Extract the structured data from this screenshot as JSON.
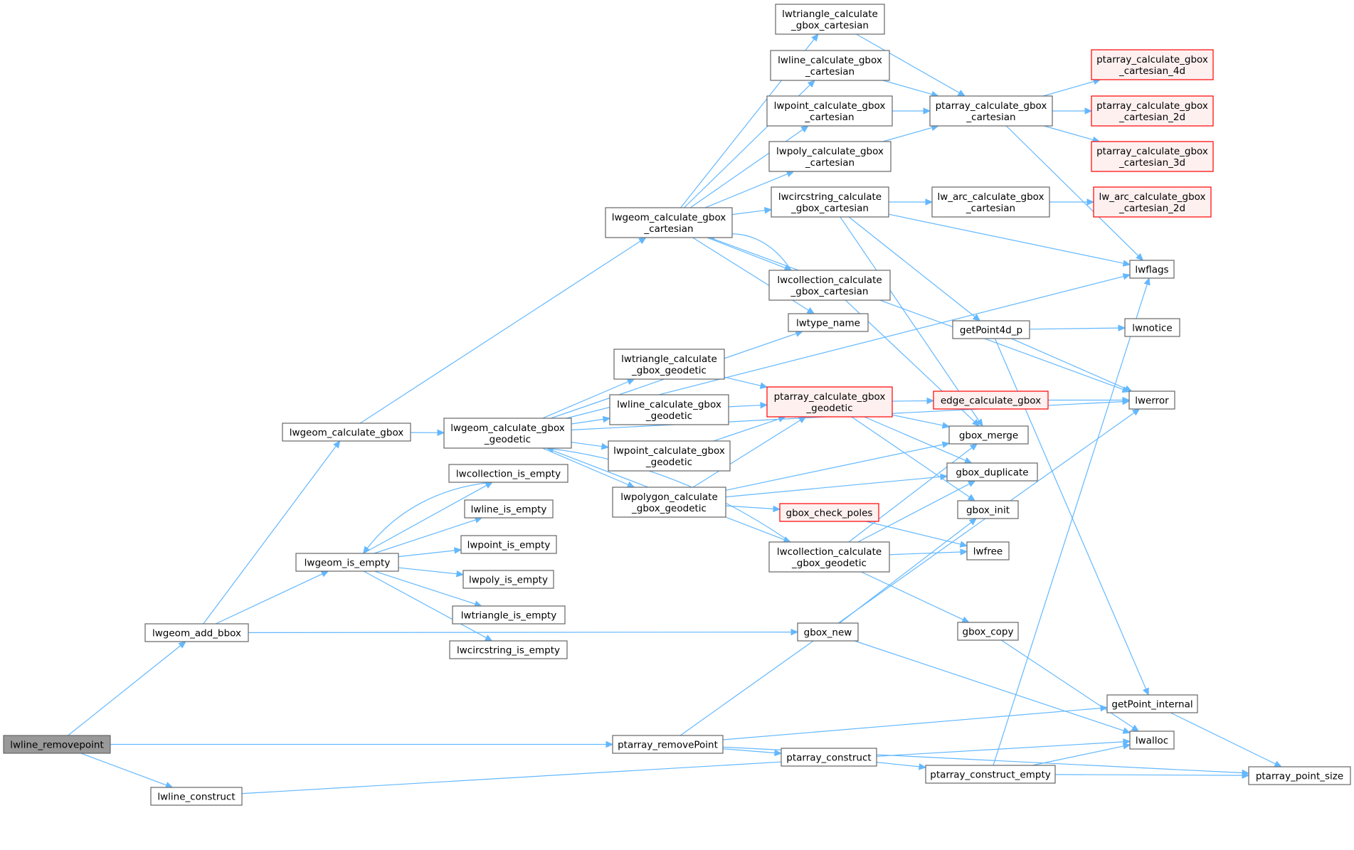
{
  "diagram": {
    "type": "call-graph",
    "colors": {
      "edge": "#63b8ff",
      "node_border": "#666666",
      "root_fill": "#999999",
      "highlight_border": "#ff0000",
      "highlight_fill": "#fff0f0"
    },
    "nodes": [
      {
        "id": "lwline_removepoint",
        "lines": [
          "lwline_removepoint"
        ],
        "style": "root"
      },
      {
        "id": "lwgeom_add_bbox",
        "lines": [
          "lwgeom_add_bbox"
        ]
      },
      {
        "id": "ptarray_removePoint",
        "lines": [
          "ptarray_removePoint"
        ]
      },
      {
        "id": "lwline_construct",
        "lines": [
          "lwline_construct"
        ]
      },
      {
        "id": "lwgeom_calculate_gbox",
        "lines": [
          "lwgeom_calculate_gbox"
        ]
      },
      {
        "id": "lwgeom_is_empty",
        "lines": [
          "lwgeom_is_empty"
        ]
      },
      {
        "id": "gbox_new",
        "lines": [
          "gbox_new"
        ]
      },
      {
        "id": "lwgeom_calculate_gbox_cartesian",
        "lines": [
          "lwgeom_calculate_gbox",
          "_cartesian"
        ]
      },
      {
        "id": "lwgeom_calculate_gbox_geodetic",
        "lines": [
          "lwgeom_calculate_gbox",
          "_geodetic"
        ]
      },
      {
        "id": "lwcollection_is_empty",
        "lines": [
          "lwcollection_is_empty"
        ]
      },
      {
        "id": "lwline_is_empty",
        "lines": [
          "lwline_is_empty"
        ]
      },
      {
        "id": "lwpoint_is_empty",
        "lines": [
          "lwpoint_is_empty"
        ]
      },
      {
        "id": "lwpoly_is_empty",
        "lines": [
          "lwpoly_is_empty"
        ]
      },
      {
        "id": "lwtriangle_is_empty",
        "lines": [
          "lwtriangle_is_empty"
        ]
      },
      {
        "id": "lwcircstring_is_empty",
        "lines": [
          "lwcircstring_is_empty"
        ]
      },
      {
        "id": "lwtriangle_calculate_gbox_cartesian",
        "lines": [
          "lwtriangle_calculate",
          "_gbox_cartesian"
        ]
      },
      {
        "id": "lwline_calculate_gbox_cartesian",
        "lines": [
          "lwline_calculate_gbox",
          "_cartesian"
        ]
      },
      {
        "id": "lwpoint_calculate_gbox_cartesian",
        "lines": [
          "lwpoint_calculate_gbox",
          "_cartesian"
        ]
      },
      {
        "id": "lwpoly_calculate_gbox_cartesian",
        "lines": [
          "lwpoly_calculate_gbox",
          "_cartesian"
        ]
      },
      {
        "id": "lwcircstring_calculate_gbox_cartesian",
        "lines": [
          "lwcircstring_calculate",
          "_gbox_cartesian"
        ]
      },
      {
        "id": "lwcollection_calculate_gbox_cartesian",
        "lines": [
          "lwcollection_calculate",
          "_gbox_cartesian"
        ]
      },
      {
        "id": "lwtype_name",
        "lines": [
          "lwtype_name"
        ]
      },
      {
        "id": "lwtriangle_calculate_gbox_geodetic",
        "lines": [
          "lwtriangle_calculate",
          "_gbox_geodetic"
        ]
      },
      {
        "id": "lwline_calculate_gbox_geodetic",
        "lines": [
          "lwline_calculate_gbox",
          "_geodetic"
        ]
      },
      {
        "id": "lwpoint_calculate_gbox_geodetic",
        "lines": [
          "lwpoint_calculate_gbox",
          "_geodetic"
        ]
      },
      {
        "id": "lwpolygon_calculate_gbox_geodetic",
        "lines": [
          "lwpolygon_calculate",
          "_gbox_geodetic"
        ]
      },
      {
        "id": "lwcollection_calculate_gbox_geodetic",
        "lines": [
          "lwcollection_calculate",
          "_gbox_geodetic"
        ]
      },
      {
        "id": "ptarray_construct",
        "lines": [
          "ptarray_construct"
        ]
      },
      {
        "id": "ptarray_calculate_gbox_cartesian",
        "lines": [
          "ptarray_calculate_gbox",
          "_cartesian"
        ]
      },
      {
        "id": "lw_arc_calculate_gbox_cartesian",
        "lines": [
          "lw_arc_calculate_gbox",
          "_cartesian"
        ]
      },
      {
        "id": "getPoint4d_p",
        "lines": [
          "getPoint4d_p"
        ]
      },
      {
        "id": "ptarray_calculate_gbox_geodetic",
        "lines": [
          "ptarray_calculate_gbox",
          "_geodetic"
        ],
        "style": "red"
      },
      {
        "id": "edge_calculate_gbox",
        "lines": [
          "edge_calculate_gbox"
        ],
        "style": "red"
      },
      {
        "id": "gbox_merge",
        "lines": [
          "gbox_merge"
        ]
      },
      {
        "id": "gbox_duplicate",
        "lines": [
          "gbox_duplicate"
        ]
      },
      {
        "id": "gbox_check_poles",
        "lines": [
          "gbox_check_poles"
        ],
        "style": "red"
      },
      {
        "id": "gbox_init",
        "lines": [
          "gbox_init"
        ]
      },
      {
        "id": "lwfree",
        "lines": [
          "lwfree"
        ]
      },
      {
        "id": "gbox_copy",
        "lines": [
          "gbox_copy"
        ]
      },
      {
        "id": "ptarray_construct_empty",
        "lines": [
          "ptarray_construct_empty"
        ]
      },
      {
        "id": "ptarray_calculate_gbox_cartesian_4d",
        "lines": [
          "ptarray_calculate_gbox",
          "_cartesian_4d"
        ],
        "style": "red"
      },
      {
        "id": "ptarray_calculate_gbox_cartesian_2d",
        "lines": [
          "ptarray_calculate_gbox",
          "_cartesian_2d"
        ],
        "style": "red"
      },
      {
        "id": "ptarray_calculate_gbox_cartesian_3d",
        "lines": [
          "ptarray_calculate_gbox",
          "_cartesian_3d"
        ],
        "style": "red"
      },
      {
        "id": "lw_arc_calculate_gbox_cartesian_2d",
        "lines": [
          "lw_arc_calculate_gbox",
          "_cartesian_2d"
        ],
        "style": "red"
      },
      {
        "id": "lwflags",
        "lines": [
          "lwflags"
        ]
      },
      {
        "id": "lwnotice",
        "lines": [
          "lwnotice"
        ]
      },
      {
        "id": "lwerror",
        "lines": [
          "lwerror"
        ]
      },
      {
        "id": "getPoint_internal",
        "lines": [
          "getPoint_internal"
        ]
      },
      {
        "id": "lwalloc",
        "lines": [
          "lwalloc"
        ]
      },
      {
        "id": "ptarray_point_size",
        "lines": [
          "ptarray_point_size"
        ]
      }
    ],
    "edges": [
      [
        "lwline_removepoint",
        "lwgeom_add_bbox"
      ],
      [
        "lwline_removepoint",
        "ptarray_removePoint"
      ],
      [
        "lwline_removepoint",
        "lwline_construct"
      ],
      [
        "lwgeom_add_bbox",
        "lwgeom_calculate_gbox"
      ],
      [
        "lwgeom_add_bbox",
        "lwgeom_is_empty"
      ],
      [
        "lwgeom_add_bbox",
        "gbox_new"
      ],
      [
        "lwgeom_calculate_gbox",
        "lwgeom_calculate_gbox_cartesian"
      ],
      [
        "lwgeom_calculate_gbox",
        "lwgeom_calculate_gbox_geodetic"
      ],
      [
        "lwgeom_is_empty",
        "lwcollection_is_empty"
      ],
      [
        "lwgeom_is_empty",
        "lwline_is_empty"
      ],
      [
        "lwgeom_is_empty",
        "lwpoint_is_empty"
      ],
      [
        "lwgeom_is_empty",
        "lwpoly_is_empty"
      ],
      [
        "lwgeom_is_empty",
        "lwtriangle_is_empty"
      ],
      [
        "lwgeom_is_empty",
        "lwcircstring_is_empty"
      ],
      [
        "lwcollection_is_empty",
        "lwgeom_is_empty"
      ],
      [
        "lwgeom_calculate_gbox_cartesian",
        "lwtriangle_calculate_gbox_cartesian"
      ],
      [
        "lwgeom_calculate_gbox_cartesian",
        "lwline_calculate_gbox_cartesian"
      ],
      [
        "lwgeom_calculate_gbox_cartesian",
        "lwpoint_calculate_gbox_cartesian"
      ],
      [
        "lwgeom_calculate_gbox_cartesian",
        "lwpoly_calculate_gbox_cartesian"
      ],
      [
        "lwgeom_calculate_gbox_cartesian",
        "lwcircstring_calculate_gbox_cartesian"
      ],
      [
        "lwgeom_calculate_gbox_cartesian",
        "lwcollection_calculate_gbox_cartesian"
      ],
      [
        "lwgeom_calculate_gbox_cartesian",
        "lwtype_name"
      ],
      [
        "lwgeom_calculate_gbox_cartesian",
        "lwerror"
      ],
      [
        "lwcollection_calculate_gbox_cartesian",
        "lwgeom_calculate_gbox_cartesian"
      ],
      [
        "lwgeom_calculate_gbox_geodetic",
        "lwtriangle_calculate_gbox_geodetic"
      ],
      [
        "lwgeom_calculate_gbox_geodetic",
        "lwline_calculate_gbox_geodetic"
      ],
      [
        "lwgeom_calculate_gbox_geodetic",
        "lwpoint_calculate_gbox_geodetic"
      ],
      [
        "lwgeom_calculate_gbox_geodetic",
        "lwpolygon_calculate_gbox_geodetic"
      ],
      [
        "lwgeom_calculate_gbox_geodetic",
        "lwcollection_calculate_gbox_geodetic"
      ],
      [
        "lwgeom_calculate_gbox_geodetic",
        "lwtype_name"
      ],
      [
        "lwgeom_calculate_gbox_geodetic",
        "lwflags"
      ],
      [
        "lwgeom_calculate_gbox_geodetic",
        "lwerror"
      ],
      [
        "lwcollection_calculate_gbox_geodetic",
        "lwgeom_calculate_gbox_geodetic"
      ],
      [
        "lwtriangle_calculate_gbox_cartesian",
        "ptarray_calculate_gbox_cartesian"
      ],
      [
        "lwline_calculate_gbox_cartesian",
        "ptarray_calculate_gbox_cartesian"
      ],
      [
        "lwpoint_calculate_gbox_cartesian",
        "ptarray_calculate_gbox_cartesian"
      ],
      [
        "lwpoly_calculate_gbox_cartesian",
        "ptarray_calculate_gbox_cartesian"
      ],
      [
        "lwcircstring_calculate_gbox_cartesian",
        "lw_arc_calculate_gbox_cartesian"
      ],
      [
        "lwcircstring_calculate_gbox_cartesian",
        "lwflags"
      ],
      [
        "lwcircstring_calculate_gbox_cartesian",
        "getPoint4d_p"
      ],
      [
        "lwcircstring_calculate_gbox_cartesian",
        "gbox_merge"
      ],
      [
        "lwcollection_calculate_gbox_cartesian",
        "gbox_merge"
      ],
      [
        "ptarray_calculate_gbox_cartesian",
        "ptarray_calculate_gbox_cartesian_4d"
      ],
      [
        "ptarray_calculate_gbox_cartesian",
        "ptarray_calculate_gbox_cartesian_2d"
      ],
      [
        "ptarray_calculate_gbox_cartesian",
        "ptarray_calculate_gbox_cartesian_3d"
      ],
      [
        "ptarray_calculate_gbox_cartesian",
        "lwflags"
      ],
      [
        "lw_arc_calculate_gbox_cartesian",
        "lw_arc_calculate_gbox_cartesian_2d"
      ],
      [
        "getPoint4d_p",
        "lwnotice"
      ],
      [
        "getPoint4d_p",
        "lwerror"
      ],
      [
        "getPoint4d_p",
        "getPoint_internal"
      ],
      [
        "lwtriangle_calculate_gbox_geodetic",
        "ptarray_calculate_gbox_geodetic"
      ],
      [
        "lwline_calculate_gbox_geodetic",
        "ptarray_calculate_gbox_geodetic"
      ],
      [
        "lwpoint_calculate_gbox_geodetic",
        "ptarray_calculate_gbox_geodetic"
      ],
      [
        "lwpolygon_calculate_gbox_geodetic",
        "ptarray_calculate_gbox_geodetic"
      ],
      [
        "lwpolygon_calculate_gbox_geodetic",
        "gbox_merge"
      ],
      [
        "lwpolygon_calculate_gbox_geodetic",
        "gbox_duplicate"
      ],
      [
        "lwpolygon_calculate_gbox_geodetic",
        "gbox_check_poles"
      ],
      [
        "lwcollection_calculate_gbox_geodetic",
        "gbox_merge"
      ],
      [
        "lwcollection_calculate_gbox_geodetic",
        "gbox_duplicate"
      ],
      [
        "lwcollection_calculate_gbox_geodetic",
        "lwfree"
      ],
      [
        "lwcollection_calculate_gbox_geodetic",
        "gbox_copy"
      ],
      [
        "ptarray_calculate_gbox_geodetic",
        "edge_calculate_gbox"
      ],
      [
        "ptarray_calculate_gbox_geodetic",
        "gbox_merge"
      ],
      [
        "ptarray_calculate_gbox_geodetic",
        "gbox_duplicate"
      ],
      [
        "ptarray_calculate_gbox_geodetic",
        "gbox_init"
      ],
      [
        "edge_calculate_gbox",
        "lwerror"
      ],
      [
        "gbox_check_poles",
        "lwfree"
      ],
      [
        "gbox_new",
        "gbox_init"
      ],
      [
        "gbox_new",
        "lwalloc"
      ],
      [
        "gbox_copy",
        "lwalloc"
      ],
      [
        "ptarray_removePoint",
        "ptarray_construct"
      ],
      [
        "ptarray_removePoint",
        "getPoint_internal"
      ],
      [
        "ptarray_removePoint",
        "lwerror"
      ],
      [
        "ptarray_removePoint",
        "ptarray_point_size"
      ],
      [
        "ptarray_construct",
        "ptarray_construct_empty"
      ],
      [
        "ptarray_construct_empty",
        "lwalloc"
      ],
      [
        "ptarray_construct_empty",
        "ptarray_point_size"
      ],
      [
        "ptarray_construct_empty",
        "lwflags"
      ],
      [
        "getPoint_internal",
        "ptarray_point_size"
      ],
      [
        "lwline_construct",
        "lwalloc"
      ]
    ]
  }
}
